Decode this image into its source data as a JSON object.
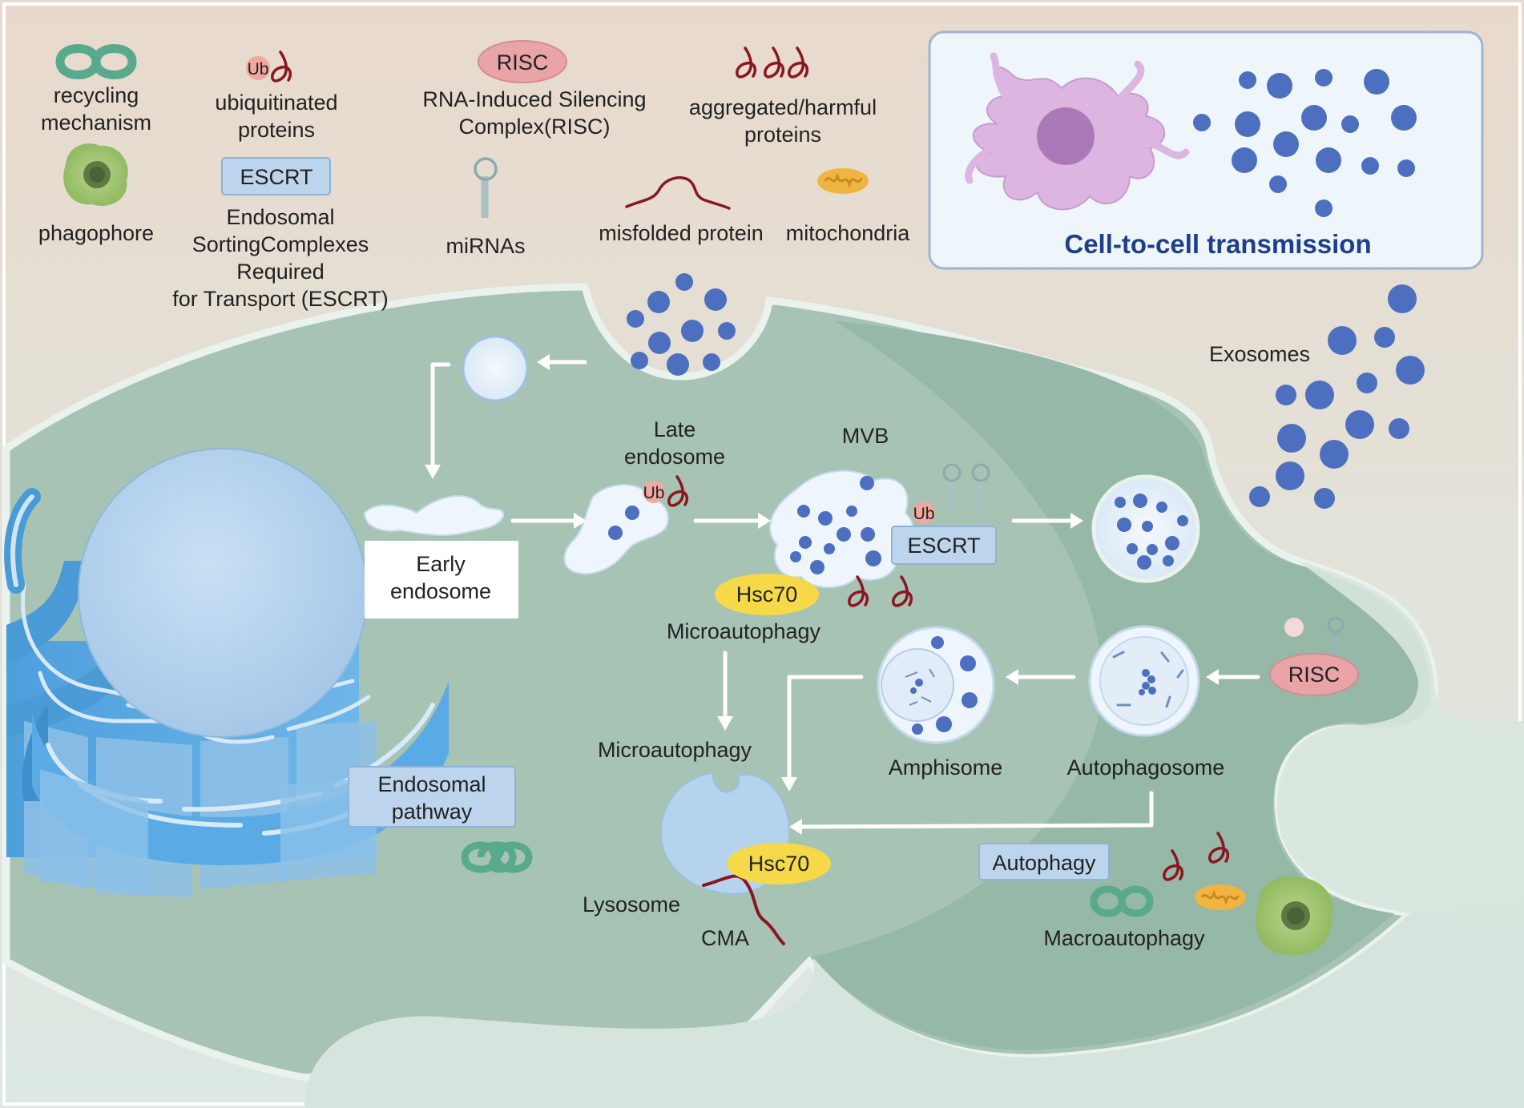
{
  "legend": {
    "recycling": "recycling\nmechanism",
    "ubiquitinated": "ubiquitinated\nproteins",
    "ub_tag": "Ub",
    "risc_tag": "RISC",
    "risc_desc": "RNA-Induced Silencing\nComplex(RISC)",
    "aggregated": "aggregated/harmful\nproteins",
    "phagophore": "phagophore",
    "escrt_tag": "ESCRT",
    "escrt_desc": "Endosomal\nSortingComplexes\nRequired\nfor Transport (ESCRT)",
    "mirnas": "miRNAs",
    "misfolded": "misfolded protein",
    "mitochondria": "mitochondria"
  },
  "inset": {
    "title": "Cell-to-cell transmission"
  },
  "labels": {
    "exosomes": "Exosomes",
    "late_endosome": "Late\nendosome",
    "mvb": "MVB",
    "early_endosome": "Early\nendosome",
    "ub_late": "Ub",
    "ub_mvb": "Ub",
    "escrt_mvb": "ESCRT",
    "hsc70_top": "Hsc70",
    "microautophagy_top": "Microautophagy",
    "microautophagy_mid": "Microautophagy",
    "amphisome": "Amphisome",
    "autophagosome": "Autophagosome",
    "risc_cell": "RISC",
    "endosomal_pathway": "Endosomal\npathway",
    "hsc70_lys": "Hsc70",
    "lysosome": "Lysosome",
    "cma": "CMA",
    "autophagy": "Autophagy",
    "macroautophagy": "Macroautophagy"
  },
  "colors": {
    "background_top": "#e9dcd0",
    "background_bottom": "#dfe9e3",
    "cell_body": "#a9c4b6",
    "cell_inner": "#98b9a8",
    "cell_border": "#e9f1ec",
    "vesicle_dot": "#4c6fbf",
    "vesicle_fill": "#e8f1fb",
    "nucleus": "#b7d4ee",
    "er": "#5aa8e3",
    "escrt_box": "#bcd5ec",
    "risc": "#e9a4a8",
    "hsc70": "#f5d949",
    "ub": "#f0a9a0",
    "protein": "#8b1620",
    "recycling": "#59a98c",
    "inset_fill": "#eef5fb",
    "inset_title": "#1f3f8a",
    "dendritic_cell": "#d9b1de",
    "dendritic_nucleus": "#ab78b8"
  }
}
